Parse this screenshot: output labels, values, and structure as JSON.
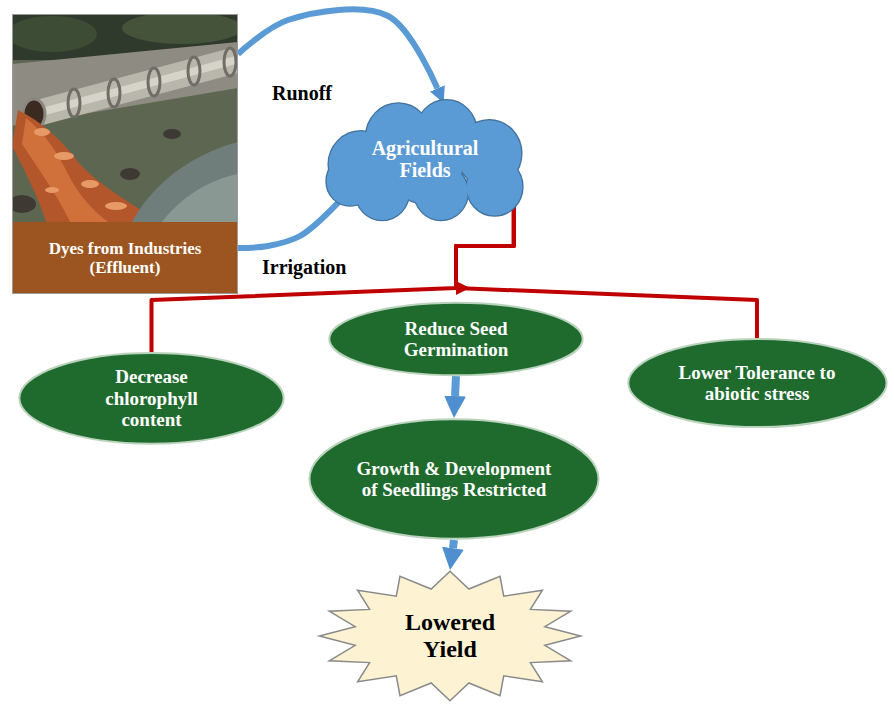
{
  "diagram": {
    "nodes": [
      {
        "text": [
          "Dyes from Industries (Effluent)"
        ]
      },
      {
        "text": [
          "Agricultural Fields"
        ]
      },
      {
        "text": [
          "Decrease chlorophyll content"
        ]
      },
      {
        "text": [
          "Reduce Seed Germination"
        ]
      },
      {
        "text": [
          "Lower Tolerance to abiotic stress"
        ]
      },
      {
        "text": [
          "Growth & Development of Seedlings Restricted"
        ]
      },
      {
        "text": [
          "Lowered Yield"
        ]
      }
    ],
    "edges": [
      {
        "from": 0,
        "to": 1,
        "label": "Runoff",
        "arrow": "to"
      },
      {
        "from": 1,
        "to": 0,
        "label": "Irrigation",
        "arrow": "none"
      },
      {
        "from": 1,
        "to": 2,
        "arrow": "none"
      },
      {
        "from": 1,
        "to": 3,
        "arrow": "to"
      },
      {
        "from": 1,
        "to": 4,
        "arrow": "none"
      },
      {
        "from": 3,
        "to": 5,
        "arrow": "to"
      },
      {
        "from": 5,
        "to": 6,
        "arrow": "to"
      }
    ]
  }
}
